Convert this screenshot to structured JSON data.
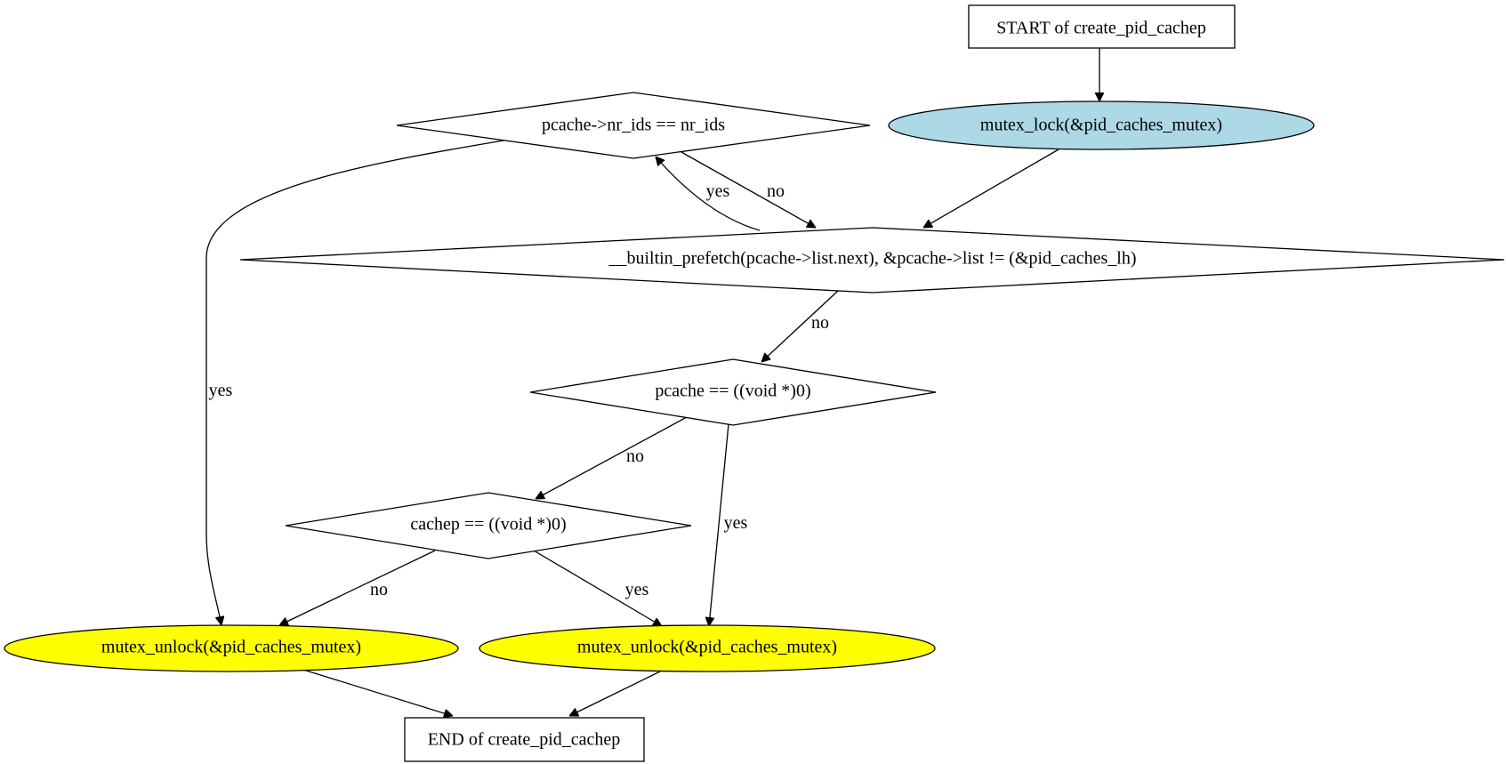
{
  "nodes": {
    "start": {
      "label": "START of create_pid_cachep"
    },
    "lock": {
      "label": "mutex_lock(&pid_caches_mutex)",
      "fill": "#add8e6"
    },
    "nrids": {
      "label": "pcache->nr_ids == nr_ids"
    },
    "loop": {
      "label": "__builtin_prefetch(pcache->list.next), &pcache->list != (&pid_caches_lh)"
    },
    "pnull": {
      "label": "pcache == ((void *)0)"
    },
    "cnull": {
      "label": "cachep == ((void *)0)"
    },
    "unlock1": {
      "label": "mutex_unlock(&pid_caches_mutex)",
      "fill": "#ffff00"
    },
    "unlock2": {
      "label": "mutex_unlock(&pid_caches_mutex)",
      "fill": "#ffff00"
    },
    "end": {
      "label": "END of create_pid_cachep"
    }
  },
  "edges": {
    "loop_nrids_yes": "yes",
    "nrids_loop_no": "no",
    "nrids_unlock1_yes": "yes",
    "loop_pnull_no": "no",
    "pnull_cnull_no": "no",
    "pnull_unlock2_yes": "yes",
    "cnull_unlock1_no": "no",
    "cnull_unlock2_yes": "yes"
  }
}
